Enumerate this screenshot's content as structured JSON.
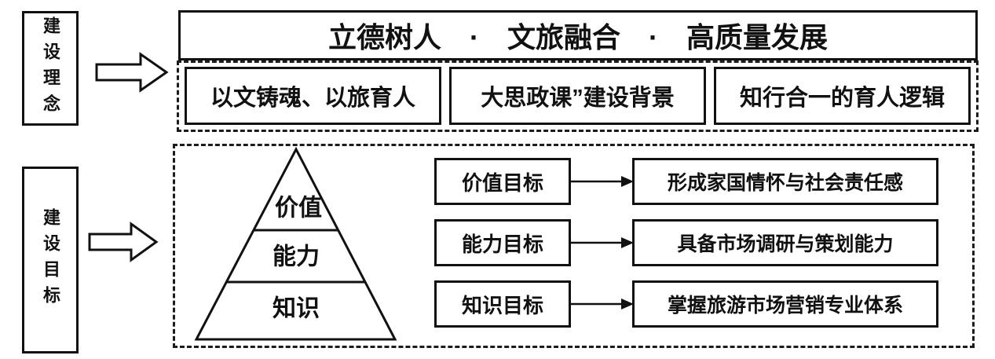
{
  "colors": {
    "ink": "#111111",
    "background": "#ffffff"
  },
  "sidebar": {
    "concept_label": "建设理念",
    "goal_label": "建设目标"
  },
  "philosophy": {
    "title": "立德树人　·　文旅融合　·　高质量发展",
    "pillars": [
      "以文铸魂、以旅育人",
      "大思政课”建设背景",
      "知行合一的育人逻辑"
    ]
  },
  "objectives": {
    "pyramid_levels": [
      "价值",
      "能力",
      "知识"
    ],
    "rows": [
      {
        "label": "价值目标",
        "outcome": "形成家国情怀与社会责任感"
      },
      {
        "label": "能力目标",
        "outcome": "具备市场调研与策划能力"
      },
      {
        "label": "知识目标",
        "outcome": "掌握旅游市场营销专业体系"
      }
    ]
  }
}
